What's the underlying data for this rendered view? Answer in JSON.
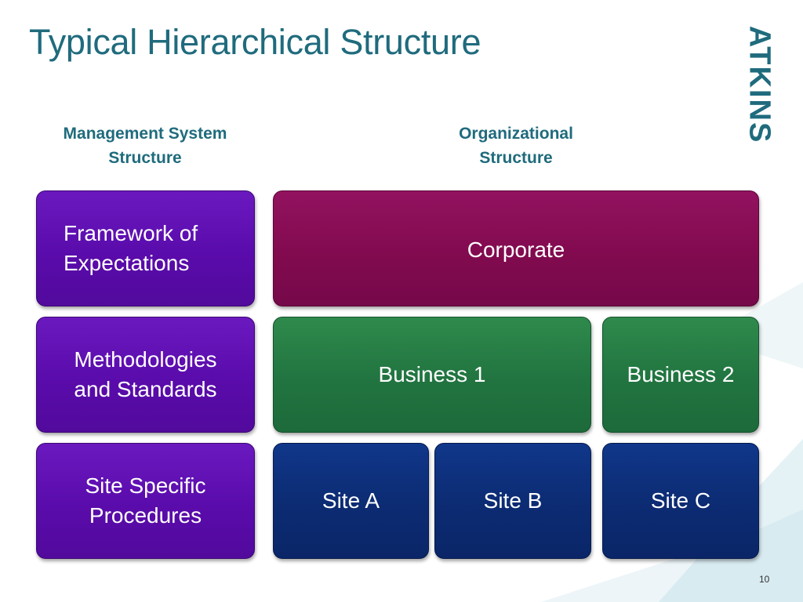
{
  "slide": {
    "title": "Typical Hierarchical Structure",
    "logo_text": "ATKINS",
    "page_number": "10"
  },
  "columns": {
    "left_heading": [
      "Management System",
      "Structure"
    ],
    "right_heading": [
      "Organizational",
      "Structure"
    ]
  },
  "management_system": [
    {
      "lines": [
        "Framework of",
        "Expectations"
      ]
    },
    {
      "lines": [
        "Methodologies",
        "and Standards"
      ]
    },
    {
      "lines": [
        "Site Specific",
        "Procedures"
      ]
    }
  ],
  "organization": {
    "corporate": "Corporate",
    "businesses": [
      "Business 1",
      "Business 2"
    ],
    "sites": [
      "Site A",
      "Site B",
      "Site C"
    ]
  },
  "colors": {
    "title": "#1f6b7d",
    "management_boxes": "#5a0bab",
    "corporate": "#820a4f",
    "business": "#217440",
    "site": "#0c2b72"
  }
}
